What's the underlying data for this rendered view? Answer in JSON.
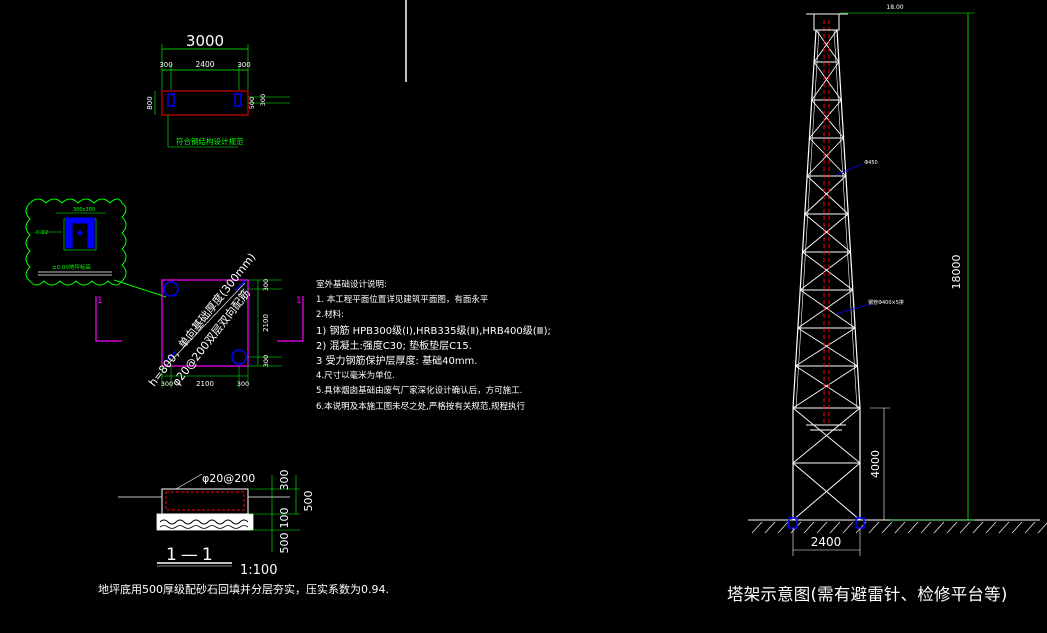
{
  "plan": {
    "width_total": "3000",
    "width_parts": [
      "300",
      "2400",
      "300"
    ],
    "depth": "800",
    "right_dims": [
      "500",
      "300"
    ],
    "caption": "符合钢结构设计规范"
  },
  "detail": {
    "top_label": "300x300",
    "left_label": "-0.22",
    "bottom_label": "±0.00地坪标高"
  },
  "foundation": {
    "diag_label_1": "h=800，单向基础厚度(300mm)",
    "diag_label_2": "φ20@200双层双向配筋",
    "right_dims": [
      "300",
      "2100",
      "300"
    ],
    "bottom_dims": [
      "300",
      "2100",
      "300"
    ],
    "section_marks": [
      "1",
      "1"
    ]
  },
  "notes": {
    "title": "室外基础设计说明:",
    "lines": [
      "1. 本工程平面位置详见建筑平面图，有面永平",
      "2.材料:",
      "1) 钢筋  HPB300级(Ⅰ),HRB335级(Ⅱ),HRB400级(Ⅲ);",
      "2) 混凝土:强度C30; 垫板垫层C15.",
      "3 受力钢筋保护层厚度: 基础40mm.",
      "4.尺寸以毫米为单位.",
      "5.具体烟囱基础由废气厂家深化设计确认后，方可施工.",
      "6.本说明及本施工图未尽之处,严格按有关规范,规程执行"
    ]
  },
  "section": {
    "rebar_label": "φ20@200",
    "right_dims": [
      "300",
      "500",
      "100",
      "500"
    ],
    "title": "1—1",
    "scale": "1:100",
    "note": "地坪底用500厚级配砂石回填并分层夯实，压实系数为0.94."
  },
  "tower": {
    "height": "18000",
    "base_height": "4000",
    "base_width": "2400",
    "top_label": "18.00",
    "pipe_label": "Φ450",
    "pipe_label2": "钢管Φ400×5排",
    "caption": "塔架示意图(需有避雷针、检修平台等)"
  },
  "colors": {
    "background": "#000000",
    "line": "#ffffff",
    "dimension": "#00ff00",
    "hatch": "#ff00ff",
    "pipe": "#ff0000",
    "accent": "#0000ff"
  }
}
